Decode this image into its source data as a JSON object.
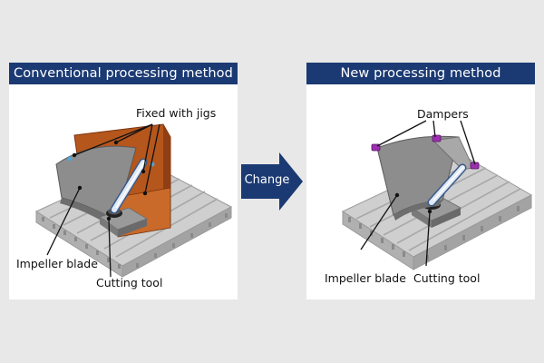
{
  "left_panel": {
    "title": "Conventional processing method",
    "labels": {
      "jigs": "Fixed with jigs",
      "blade": "Impeller blade",
      "tool": "Cutting tool"
    }
  },
  "right_panel": {
    "title": "New processing method",
    "labels": {
      "dampers": "Dampers",
      "blade": "Impeller blade",
      "tool": "Cutting tool"
    }
  },
  "change_arrow": {
    "label": "Change"
  },
  "colors": {
    "title_bg": "#1b3a73",
    "arrow": "#1b3a73",
    "jig": "#b5561c",
    "damper": "#9b2fae",
    "table": "#c8c8c8",
    "blade": "#8a8a8a",
    "tool": "#c9d8e8"
  }
}
